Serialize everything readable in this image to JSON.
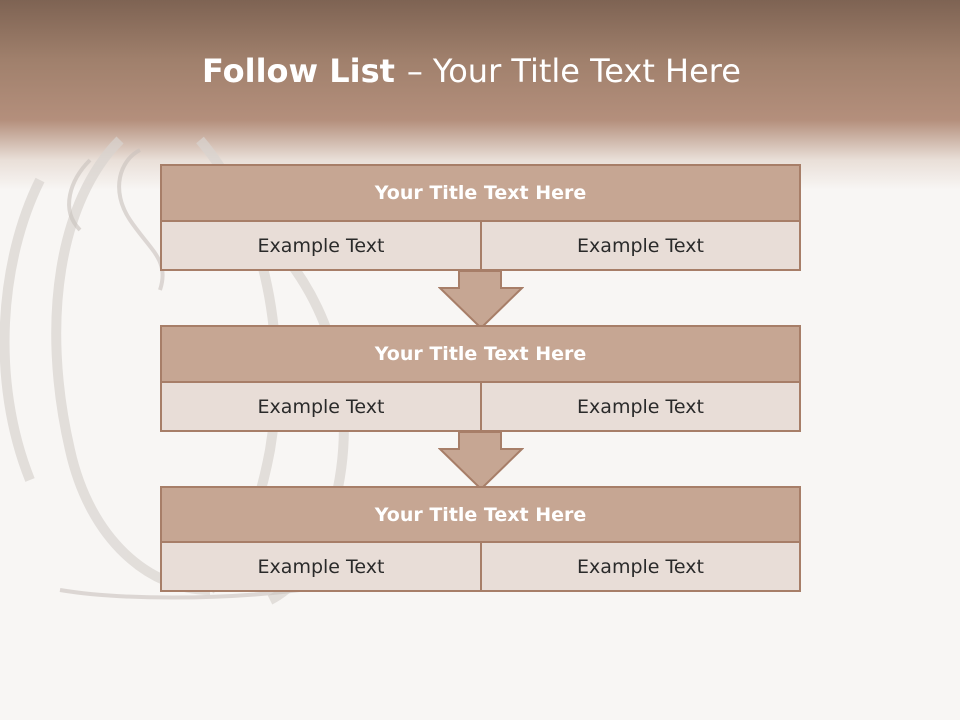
{
  "slide": {
    "title_bold": "Follow List",
    "title_dash": "–",
    "title_rest": "Your Title Text Here"
  },
  "blocks": [
    {
      "title": "Your Title Text Here",
      "left": "Example Text",
      "right": "Example Text"
    },
    {
      "title": "Your Title Text Here",
      "left": "Example Text",
      "right": "Example Text"
    },
    {
      "title": "Your Title Text Here",
      "left": "Example Text",
      "right": "Example Text"
    }
  ],
  "colors": {
    "header_band": "#b48f7c",
    "block_title_fill": "#c6a693",
    "block_border": "#a77e68",
    "cell_fill": "#e8ddd7"
  }
}
